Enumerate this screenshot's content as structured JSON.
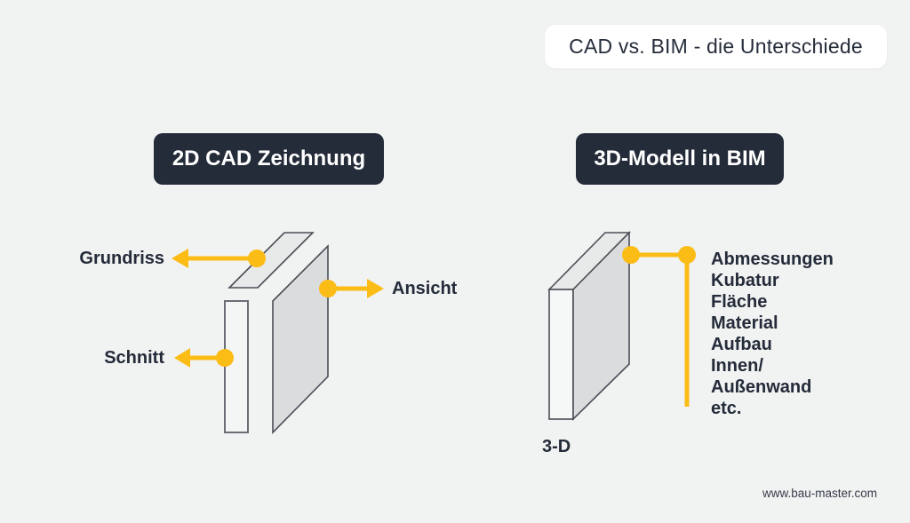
{
  "header": {
    "title": "CAD vs. BIM - die Unterschiede"
  },
  "left_section": {
    "badge": "2D CAD Zeichnung",
    "labels": {
      "plan": "Grundriss",
      "elevation": "Ansicht",
      "section": "Schnitt"
    }
  },
  "right_section": {
    "badge": "3D-Modell in BIM",
    "attributes": [
      "Abmessungen",
      "Kubatur",
      "Fläche",
      "Material",
      "Aufbau",
      "Innen/",
      "Außenwand",
      "etc."
    ],
    "model_label": "3-D"
  },
  "footer": {
    "website": "www.bau-master.com"
  },
  "colors": {
    "background": "#f1f2f2",
    "dark_navy": "#242b39",
    "accent_yellow": "#fbbc15",
    "panel_white": "#ffffff",
    "shape_gray": "#dbdcdd"
  }
}
